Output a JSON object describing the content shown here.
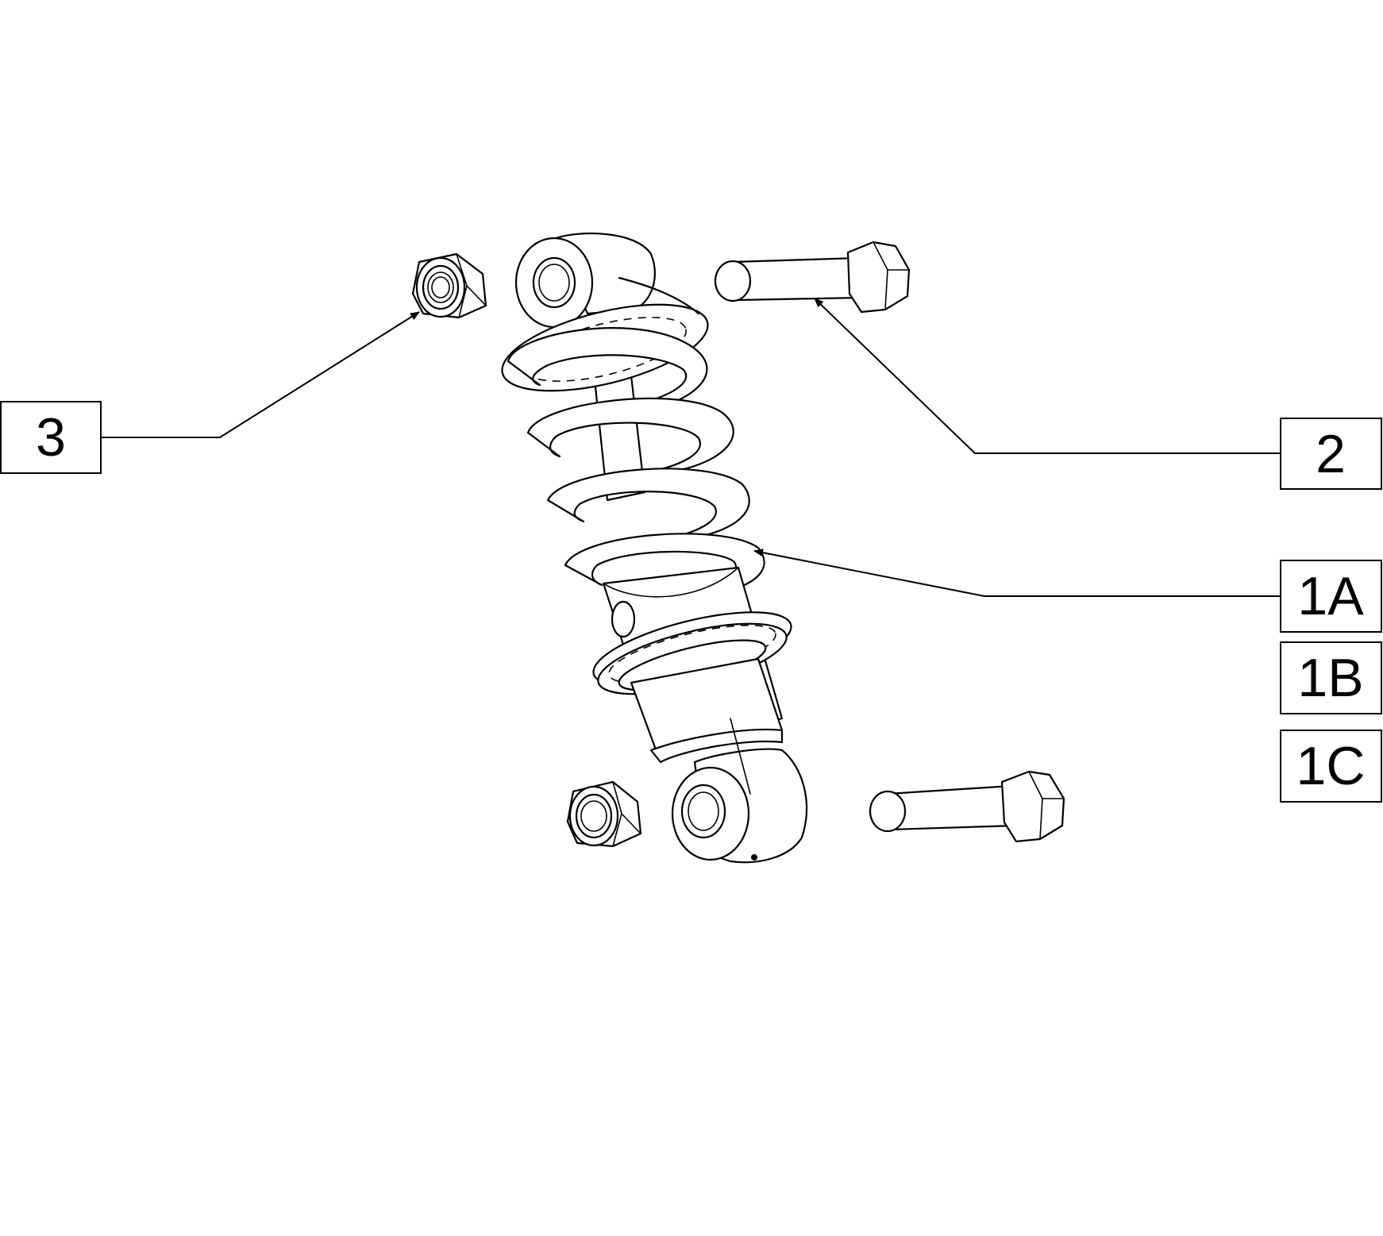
{
  "callouts": {
    "item_3": "3",
    "item_2": "2",
    "item_1a": "1A",
    "item_1b": "1B",
    "item_1c": "1C"
  }
}
